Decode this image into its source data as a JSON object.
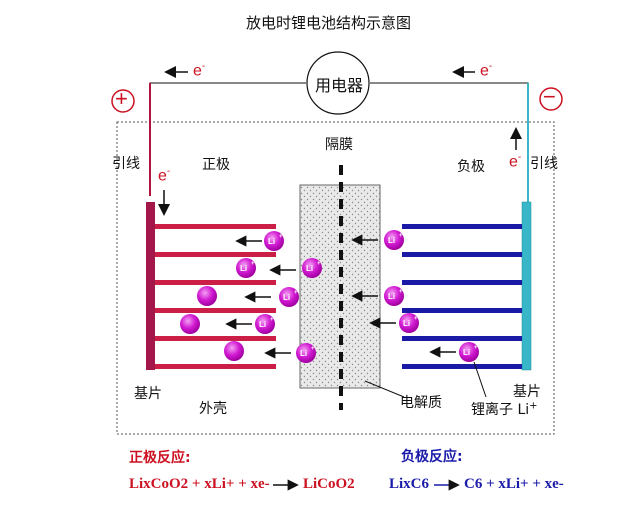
{
  "title": "放电时锂电池结构示意图",
  "load_label": "用电器",
  "positive_sign": "+",
  "negative_sign": "−",
  "electron": "e",
  "electron_charge": "-",
  "left_lead_label": "引线",
  "right_lead_label": "引线",
  "cathode_label": "正极",
  "anode_label": "负极",
  "separator_label": "隔膜",
  "left_base_label": "基片",
  "right_base_label": "基片",
  "shell_label": "外壳",
  "electrolyte_label": "电解质",
  "lithium_ion_label": "锂离子 Li",
  "ion_text": "Li",
  "ion_charge": "+",
  "cathode_reaction_title": "正极反应:",
  "anode_reaction_title": "负极反应:",
  "cathode_equation": {
    "left": "LixCoO2 + xLi+ + xe-",
    "right": "LiCoO2"
  },
  "anode_equation": {
    "left": "LixC6",
    "right": "C6 + xLi+ + xe-"
  },
  "colors": {
    "cathode": "#b0133d",
    "anode": "#1a1aa6",
    "ion": "#d21bd2",
    "separator_fill": "#e6e6e6",
    "equation_cathode": "#cc1122",
    "equation_anode": "#1b1baa",
    "right_lead": "#37b7c8"
  }
}
